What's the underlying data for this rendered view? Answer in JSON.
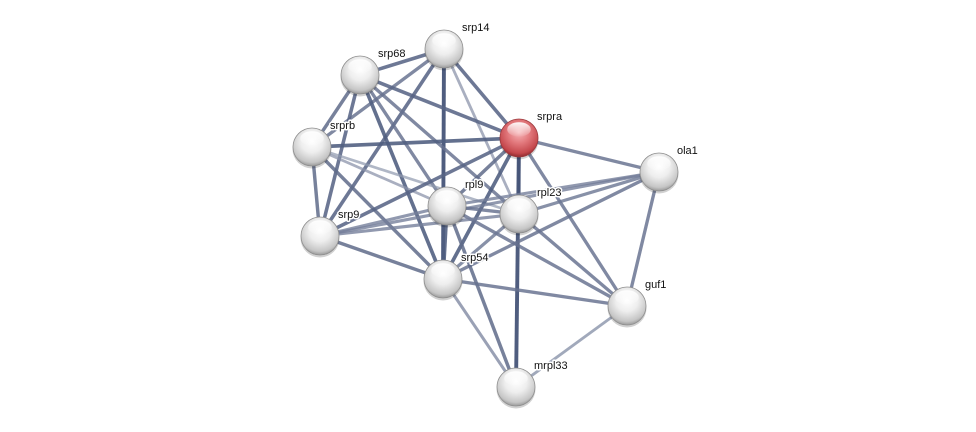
{
  "network": {
    "query_node": "srpra",
    "colors": {
      "edge": "#3b4a70",
      "node_default": "#d9d9d9",
      "node_query": "#d9686d",
      "background": "#ffffff"
    },
    "nodes": [
      {
        "id": "srp14",
        "label": "srp14",
        "query": false
      },
      {
        "id": "srp68",
        "label": "srp68",
        "query": false
      },
      {
        "id": "srprb",
        "label": "srprb",
        "query": false
      },
      {
        "id": "srpra",
        "label": "srpra",
        "query": true
      },
      {
        "id": "ola1",
        "label": "ola1",
        "query": false
      },
      {
        "id": "rpl9",
        "label": "rpl9",
        "query": false
      },
      {
        "id": "rpl23",
        "label": "rpl23",
        "query": false
      },
      {
        "id": "srp9",
        "label": "srp9",
        "query": false
      },
      {
        "id": "srp54",
        "label": "srp54",
        "query": false
      },
      {
        "id": "guf1",
        "label": "guf1",
        "query": false
      },
      {
        "id": "mrpl33",
        "label": "mrpl33",
        "query": false
      }
    ],
    "edges": [
      {
        "source": "srp14",
        "target": "srp68",
        "strength": 0.8
      },
      {
        "source": "srp14",
        "target": "srpra",
        "strength": 0.8
      },
      {
        "source": "srp14",
        "target": "srp54",
        "strength": 0.95
      },
      {
        "source": "srp14",
        "target": "srp9",
        "strength": 0.8
      },
      {
        "source": "srp14",
        "target": "srprb",
        "strength": 0.7
      },
      {
        "source": "srp14",
        "target": "rpl23",
        "strength": 0.45
      },
      {
        "source": "srp68",
        "target": "srpra",
        "strength": 0.8
      },
      {
        "source": "srp68",
        "target": "srprb",
        "strength": 0.75
      },
      {
        "source": "srp68",
        "target": "srp9",
        "strength": 0.8
      },
      {
        "source": "srp68",
        "target": "srp54",
        "strength": 0.85
      },
      {
        "source": "srp68",
        "target": "rpl9",
        "strength": 0.7
      },
      {
        "source": "srp68",
        "target": "rpl23",
        "strength": 0.7
      },
      {
        "source": "srprb",
        "target": "srpra",
        "strength": 0.85
      },
      {
        "source": "srprb",
        "target": "srp9",
        "strength": 0.75
      },
      {
        "source": "srprb",
        "target": "rpl9",
        "strength": 0.45
      },
      {
        "source": "srprb",
        "target": "rpl23",
        "strength": 0.4
      },
      {
        "source": "srprb",
        "target": "srp54",
        "strength": 0.75
      },
      {
        "source": "srpra",
        "target": "srp54",
        "strength": 0.85
      },
      {
        "source": "srpra",
        "target": "rpl9",
        "strength": 0.75
      },
      {
        "source": "srpra",
        "target": "rpl23",
        "strength": 0.7
      },
      {
        "source": "srpra",
        "target": "srp9",
        "strength": 0.8
      },
      {
        "source": "srpra",
        "target": "ola1",
        "strength": 0.7
      },
      {
        "source": "srpra",
        "target": "guf1",
        "strength": 0.7
      },
      {
        "source": "srpra",
        "target": "mrpl33",
        "strength": 0.95
      },
      {
        "source": "ola1",
        "target": "rpl9",
        "strength": 0.6
      },
      {
        "source": "ola1",
        "target": "rpl23",
        "strength": 0.65
      },
      {
        "source": "ola1",
        "target": "srp54",
        "strength": 0.7
      },
      {
        "source": "ola1",
        "target": "srp9",
        "strength": 0.6
      },
      {
        "source": "ola1",
        "target": "guf1",
        "strength": 0.7
      },
      {
        "source": "rpl9",
        "target": "rpl23",
        "strength": 0.7
      },
      {
        "source": "rpl9",
        "target": "srp9",
        "strength": 0.6
      },
      {
        "source": "rpl9",
        "target": "srp54",
        "strength": 0.85
      },
      {
        "source": "rpl9",
        "target": "guf1",
        "strength": 0.7
      },
      {
        "source": "rpl9",
        "target": "mrpl33",
        "strength": 0.75
      },
      {
        "source": "rpl23",
        "target": "srp9",
        "strength": 0.6
      },
      {
        "source": "rpl23",
        "target": "srp54",
        "strength": 0.65
      },
      {
        "source": "rpl23",
        "target": "guf1",
        "strength": 0.7
      },
      {
        "source": "srp9",
        "target": "srp54",
        "strength": 0.75
      },
      {
        "source": "srp54",
        "target": "guf1",
        "strength": 0.7
      },
      {
        "source": "srp54",
        "target": "mrpl33",
        "strength": 0.55
      },
      {
        "source": "guf1",
        "target": "mrpl33",
        "strength": 0.5
      }
    ]
  }
}
